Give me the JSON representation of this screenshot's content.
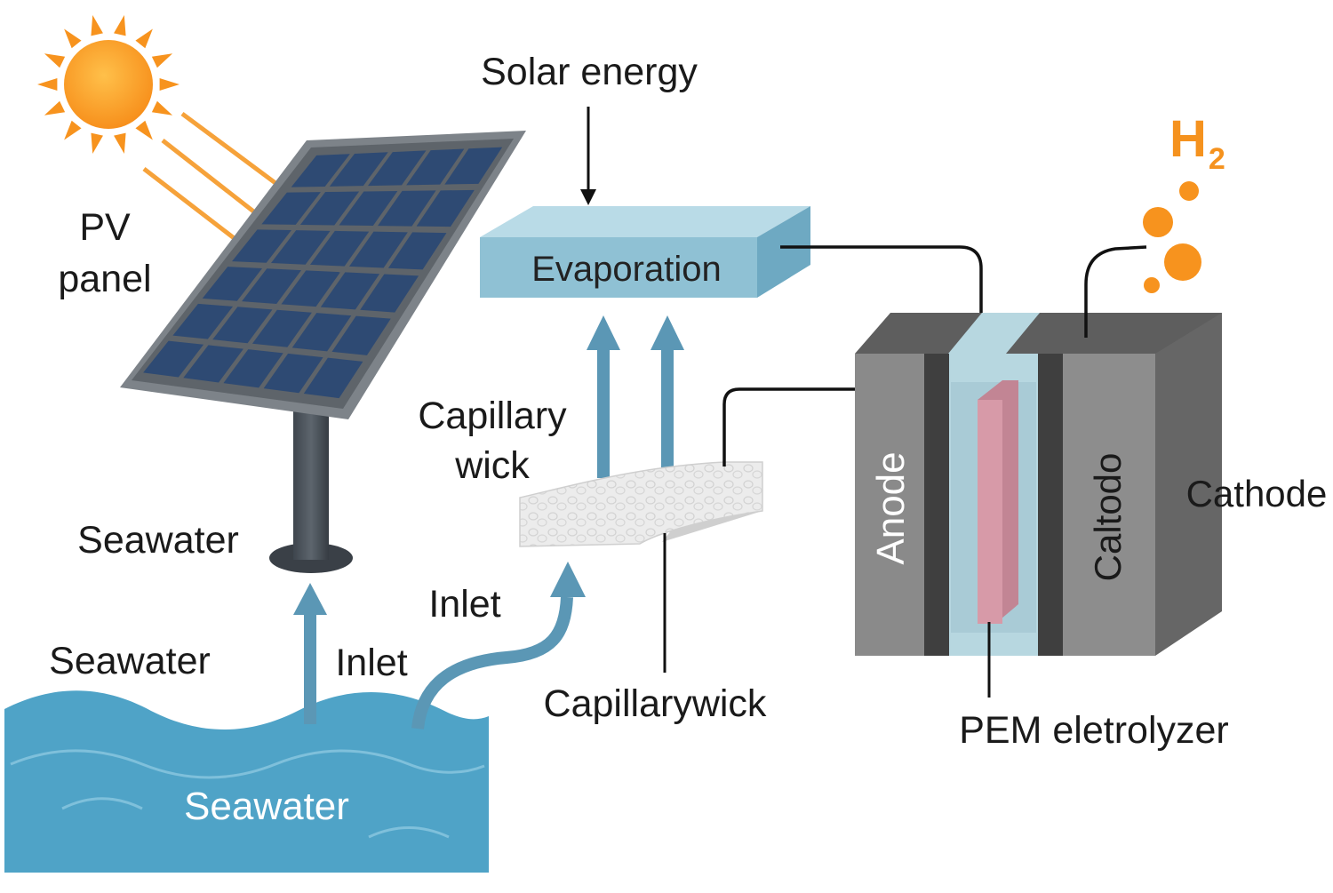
{
  "labels": {
    "solar_energy": "Solar energy",
    "pv_panel_line1": "PV",
    "pv_panel_line2": "panel",
    "evaporation": "Evaporation",
    "capillary_wick_line1": "Capillary",
    "capillary_wick_line2": "wick",
    "seawater_upper": "Seawater",
    "seawater_left": "Seawater",
    "seawater_body": "Seawater",
    "inlet_left": "Inlet",
    "inlet_right": "Inlet",
    "capillarywick": "Capillarywick",
    "anode": "Anode",
    "caltodo": "Caltodo",
    "cathode": "Cathode",
    "pem_electrolyzer": "PEM eletrolyzer",
    "h2_letter": "H",
    "h2_subscript": "2"
  },
  "colors": {
    "sun": "#f7931e",
    "sun_ray_arrows": "#f6a23a",
    "panel_cell": "#2e4a73",
    "panel_frame": "#6b7177",
    "evaporator": "#8fc1d4",
    "flow_arrows": "#5b97b5",
    "seawater": "#4fa3c7",
    "electrolyzer_gray": "#8a8a8a",
    "membrane": "#d79aa8",
    "hydrogen_bubbles": "#f7931e"
  }
}
